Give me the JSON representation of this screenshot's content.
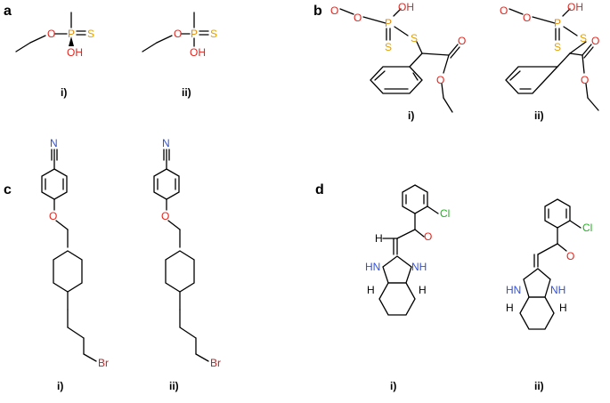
{
  "colors": {
    "oxygen": "#e0251d",
    "sulfur": "#e0a000",
    "phosphorus": "#e08a00",
    "nitrogen": "#3050e0",
    "bromine": "#a52a2a",
    "chlorine": "#22b022"
  },
  "panels": {
    "a": {
      "label": "a",
      "i": "i)",
      "ii": "ii)"
    },
    "b": {
      "label": "b",
      "i": "i)",
      "ii": "ii)"
    },
    "c": {
      "label": "c",
      "i": "i)",
      "ii": "ii)"
    },
    "d": {
      "label": "d",
      "i": "i)",
      "ii": "ii)"
    }
  },
  "atoms": {
    "O": "O",
    "P": "P",
    "S": "S",
    "OH": "OH",
    "N": "N",
    "Br": "Br",
    "Cl": "Cl",
    "NH": "NH",
    "HN": "HN",
    "H": "H"
  }
}
